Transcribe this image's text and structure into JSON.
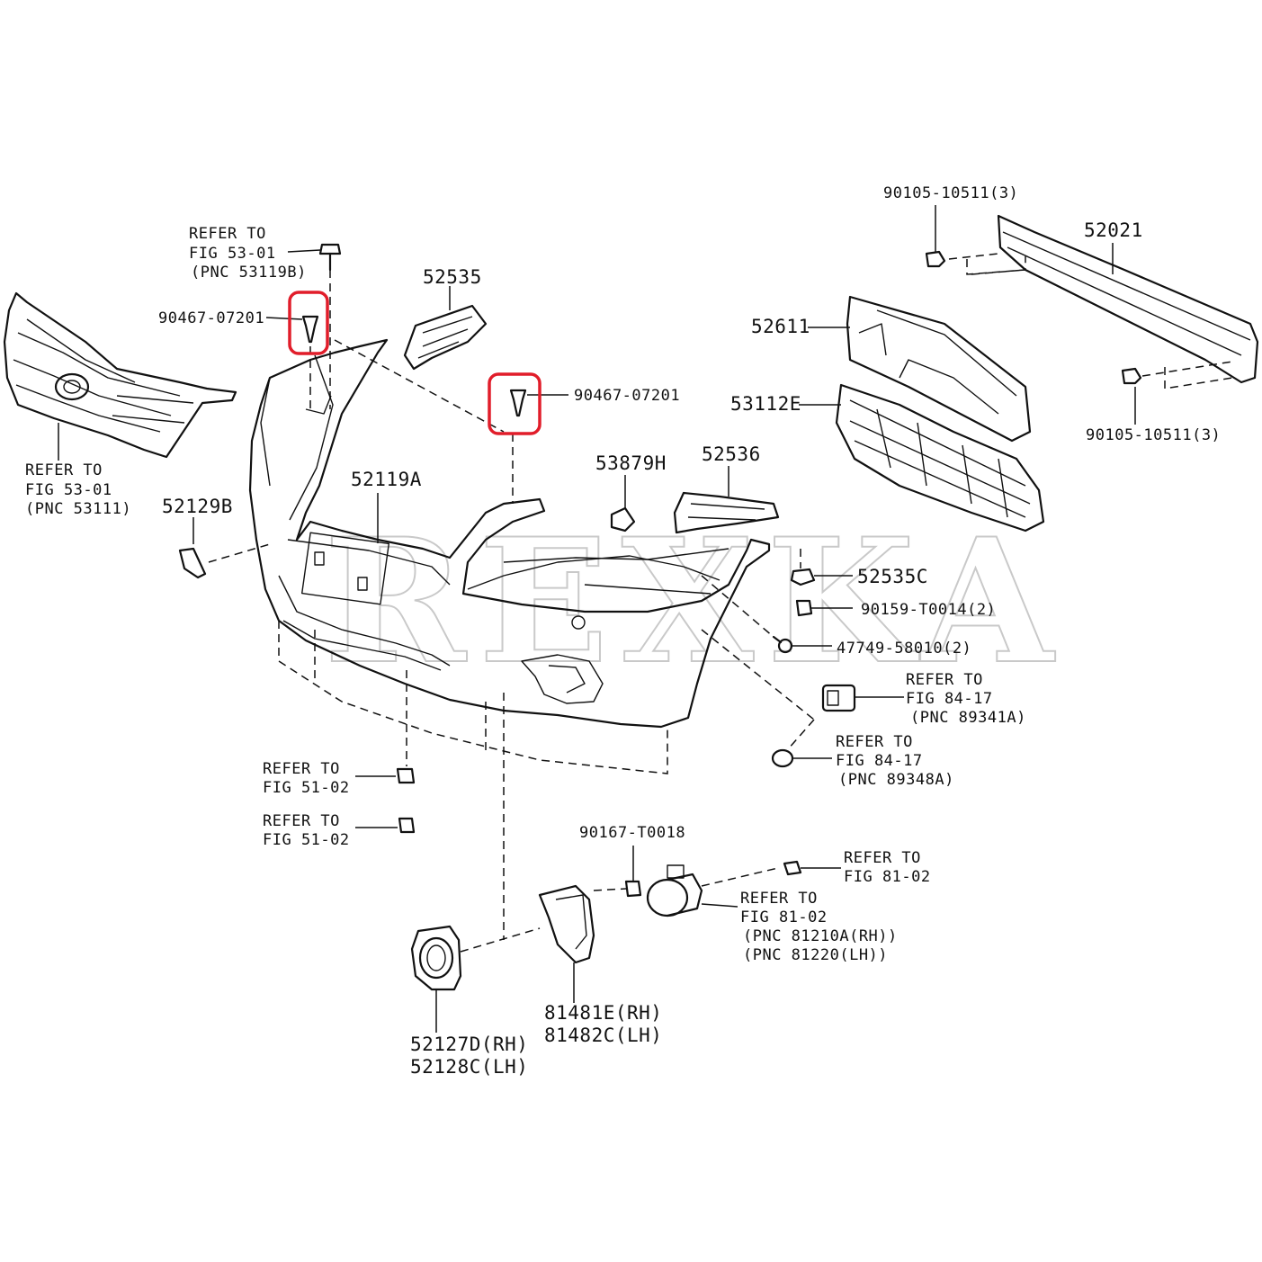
{
  "watermark": "REXKA",
  "highlight_color": "#e11d2a",
  "labels": {
    "refer_53_01_top_1": "REFER TO",
    "refer_53_01_top_2": "FIG 53-01",
    "refer_53_01_top_3": "(PNC 53119B)",
    "clip_90467_left": "90467-07201",
    "p52535": "52535",
    "refer_53_01_grille_1": "REFER TO",
    "refer_53_01_grille_2": "FIG 53-01",
    "refer_53_01_grille_3": "(PNC 53111)",
    "clip_90467_right": "90467-07201",
    "p52119a": "52119A",
    "p52129b": "52129B",
    "p53879h": "53879H",
    "p52536": "52536",
    "p90105_top": "90105-10511(3)",
    "p52021": "52021",
    "p52611": "52611",
    "p53112e": "53112E",
    "p90105_bottom": "90105-10511(3)",
    "p52535c": "52535C",
    "p90159": "90159-T0014(2)",
    "p47749": "47749-58010(2)",
    "refer_84_17_a_1": "REFER TO",
    "refer_84_17_a_2": "FIG 84-17",
    "refer_84_17_a_3": "(PNC 89341A)",
    "refer_84_17_b_1": "REFER TO",
    "refer_84_17_b_2": "FIG 84-17",
    "refer_84_17_b_3": "(PNC 89348A)",
    "refer_51_02_a_1": "REFER TO",
    "refer_51_02_a_2": "FIG 51-02",
    "refer_51_02_b_1": "REFER TO",
    "refer_51_02_b_2": "FIG 51-02",
    "p90167": "90167-T0018",
    "refer_81_02_a_1": "REFER TO",
    "refer_81_02_a_2": "FIG 81-02",
    "refer_81_02_b_1": "REFER TO",
    "refer_81_02_b_2": "FIG 81-02",
    "refer_81_02_b_3": "(PNC 81210A(RH))",
    "refer_81_02_b_4": "(PNC 81220(LH))",
    "p81481e": "81481E(RH)",
    "p81482c": "81482C(LH)",
    "p52127d": "52127D(RH)",
    "p52128c": "52128C(LH)"
  }
}
